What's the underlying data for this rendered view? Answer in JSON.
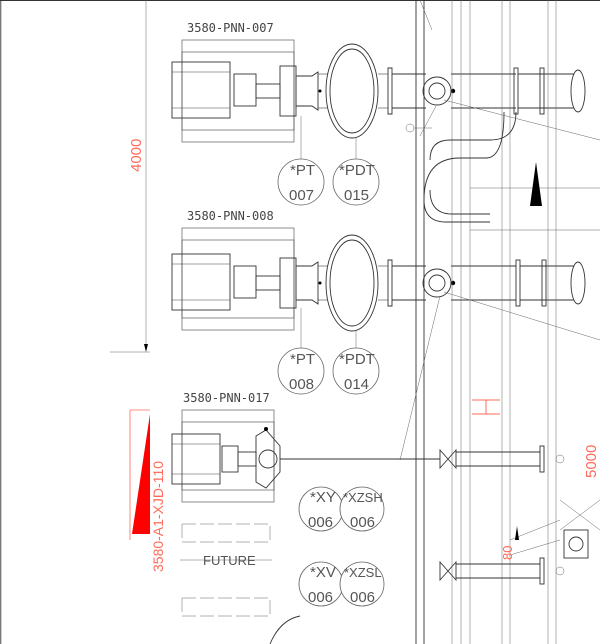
{
  "pumps": [
    {
      "tag": "3580-PNN-007"
    },
    {
      "tag": "3580-PNN-008"
    },
    {
      "tag": "3580-PNN-017"
    }
  ],
  "instruments": [
    {
      "line1": "*PT",
      "line2": "007"
    },
    {
      "line1": "*PDT",
      "line2": "015"
    },
    {
      "line1": "*PT",
      "line2": "008"
    },
    {
      "line1": "*PDT",
      "line2": "014"
    },
    {
      "line1": "*XY",
      "line2": "006"
    },
    {
      "line1": "*XZSH",
      "line2": "006"
    },
    {
      "line1": "*XV",
      "line2": "006"
    },
    {
      "line1": "*XZSL",
      "line2": "006"
    }
  ],
  "future_label": "FUTURE",
  "dimensions": {
    "left": "4000",
    "right": "5000",
    "small": "80"
  },
  "vertical_tag": "3580-A1-XJD-110",
  "colors": {
    "line": "#333333",
    "dim": "#ff6a5a",
    "marker": "#ff0000",
    "arrow": "#000000"
  }
}
